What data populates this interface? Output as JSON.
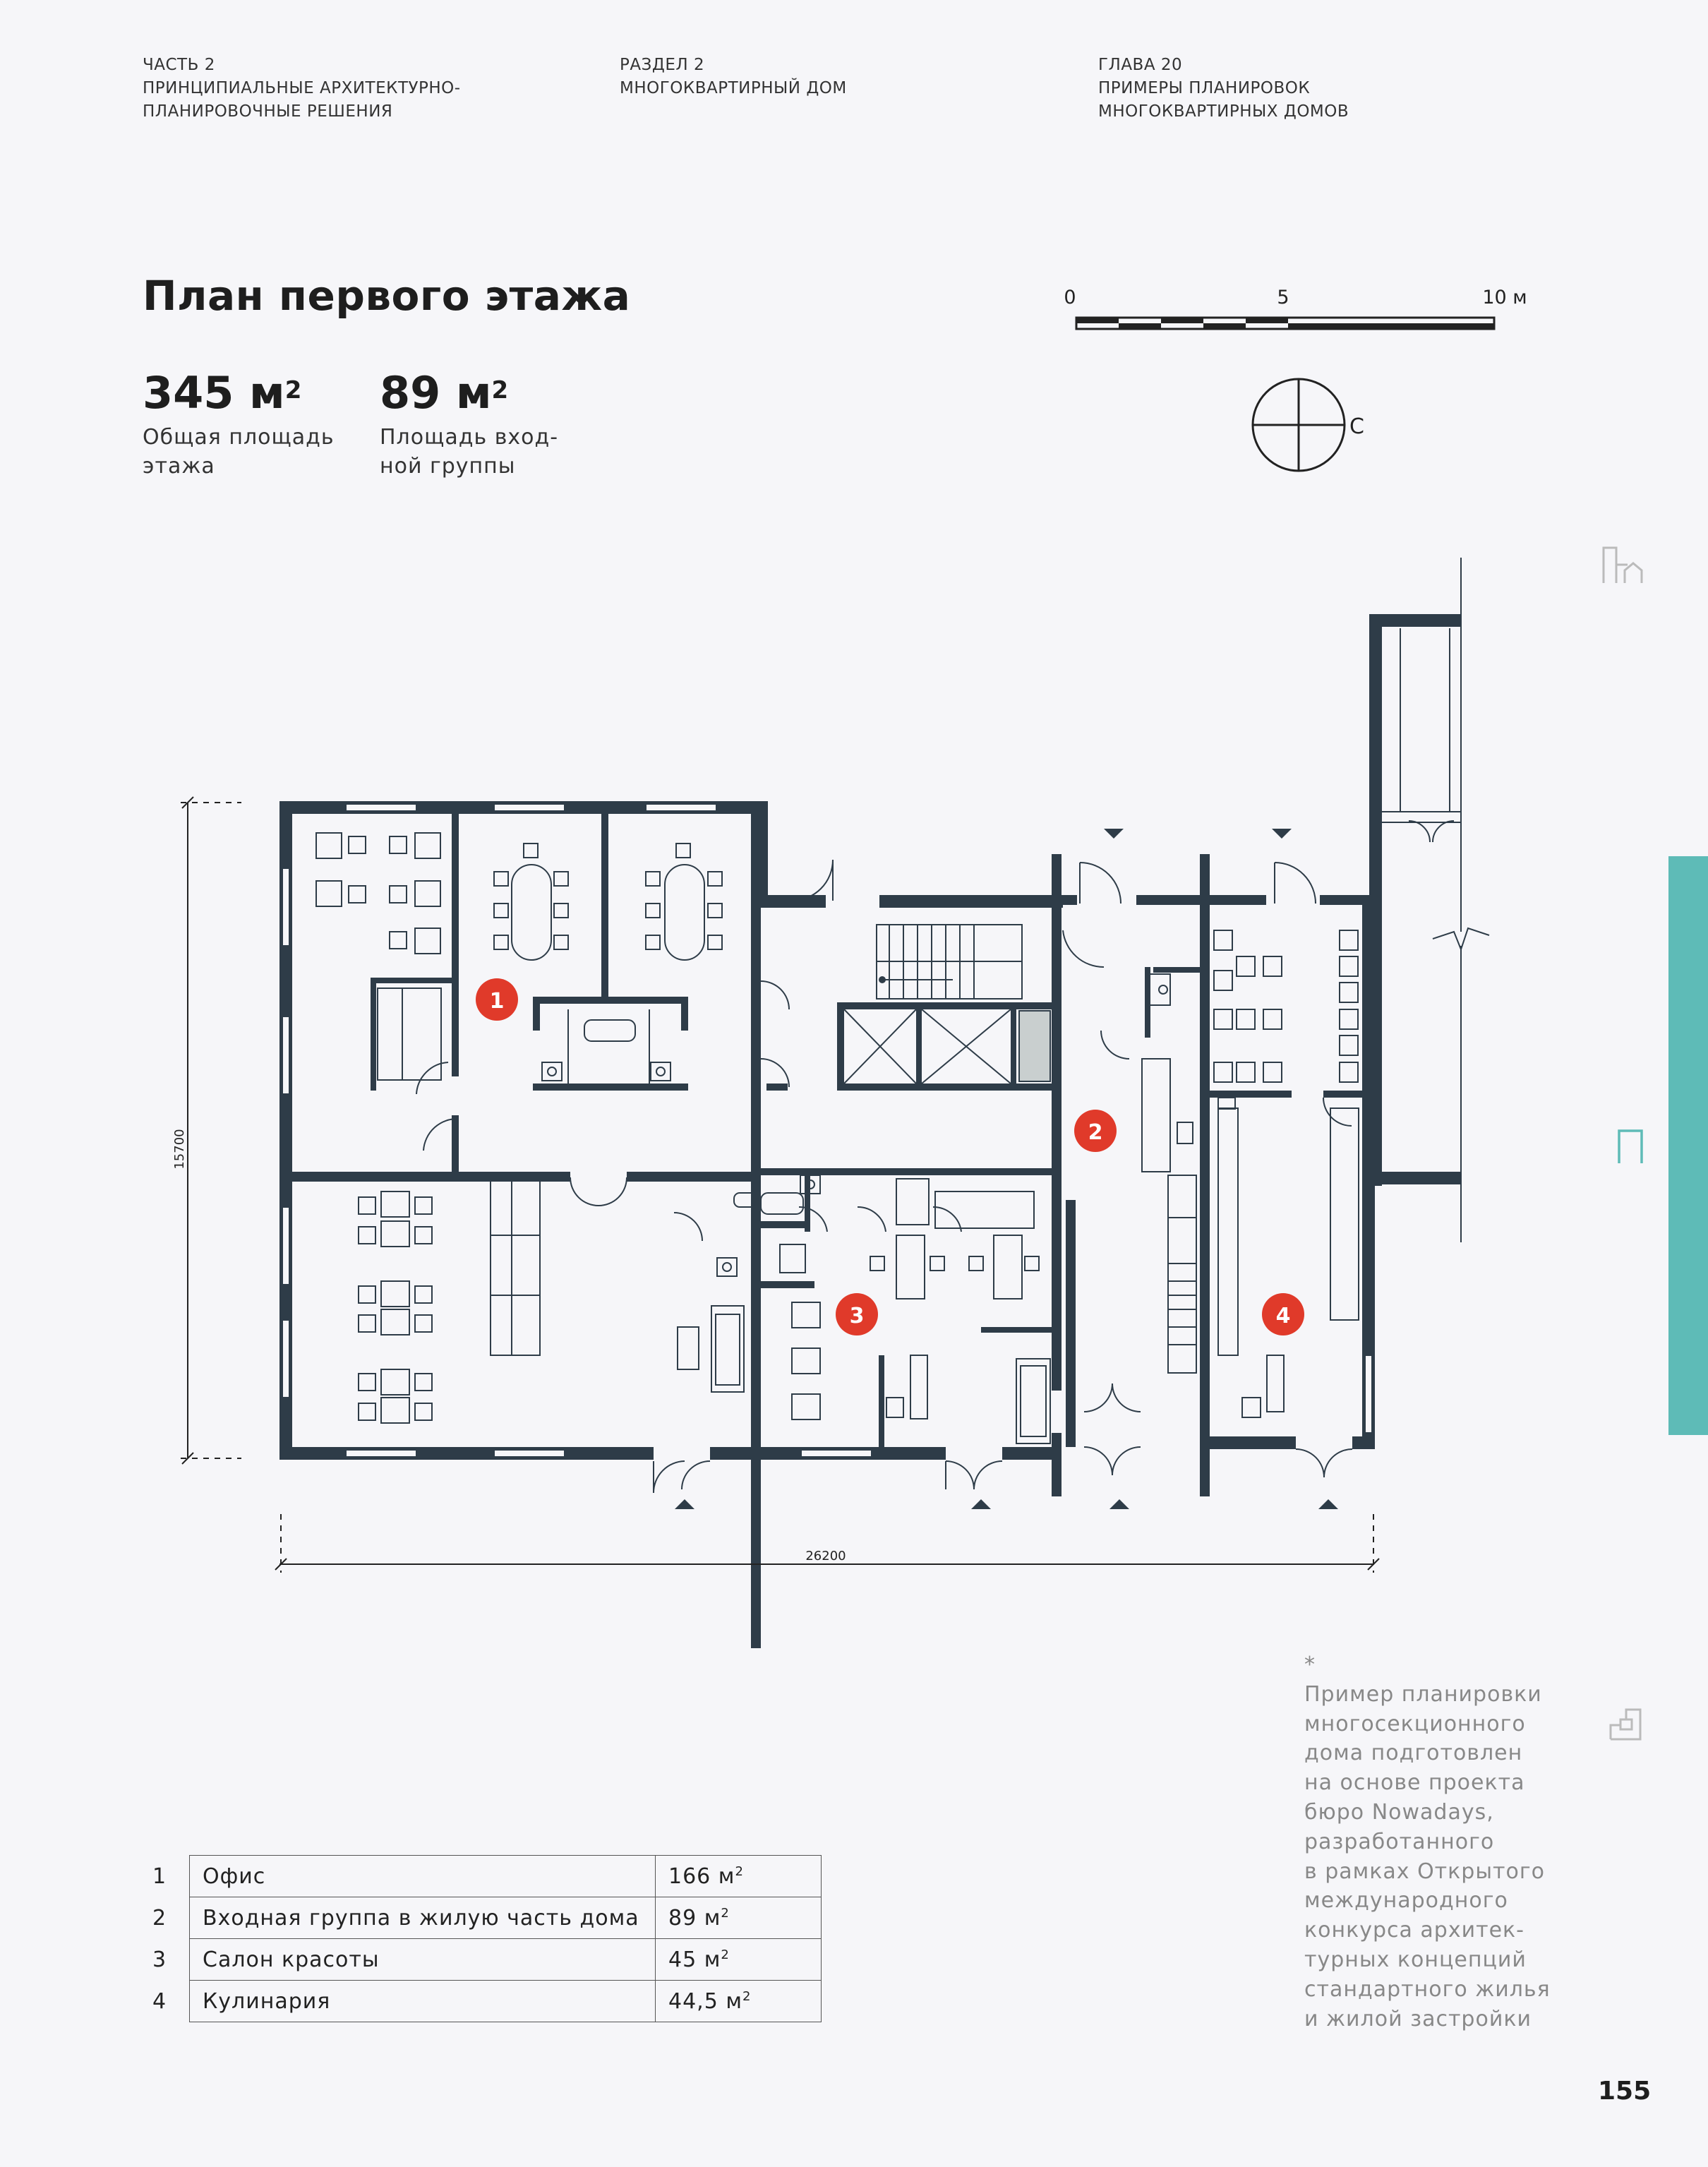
{
  "header": {
    "part": [
      "ЧАСТЬ 2",
      "ПРИНЦИПИАЛЬНЫЕ АРХИТЕКТУРНО-",
      "ПЛАНИРОВОЧНЫЕ РЕШЕНИЯ"
    ],
    "section": [
      "РАЗДЕЛ 2",
      "МНОГОКВАРТИРНЫЙ ДОМ"
    ],
    "chapter": [
      "ГЛАВА 20",
      "ПРИМЕРЫ ПЛАНИРОВОК",
      "МНОГОКВАРТИРНЫХ ДОМОВ"
    ]
  },
  "title": "План первого этажа",
  "stats": [
    {
      "value": "345 м",
      "sup": "2",
      "label": [
        "Общая площадь",
        "этажа"
      ]
    },
    {
      "value": "89 м",
      "sup": "2",
      "label": [
        "Площадь вход-",
        "ной группы"
      ]
    }
  ],
  "scale": {
    "labels": [
      "0",
      "5",
      "10 м"
    ]
  },
  "compass": {
    "label": "С"
  },
  "dimensions": {
    "height": "15700",
    "width": "26200"
  },
  "markers": [
    "1",
    "2",
    "3",
    "4"
  ],
  "rooms": [
    {
      "num": "1",
      "name": "Офис",
      "area": "166 м",
      "sup": "2"
    },
    {
      "num": "2",
      "name": "Входная группа в жилую часть дома",
      "area": "89 м",
      "sup": "2"
    },
    {
      "num": "3",
      "name": "Салон красоты",
      "area": "45 м",
      "sup": "2"
    },
    {
      "num": "4",
      "name": "Кулинария",
      "area": "44,5 м",
      "sup": "2"
    }
  ],
  "note": [
    "*",
    "Пример планировки",
    "многосекционного",
    "дома подготовлен",
    "на основе проекта",
    "бюро Nowadays,",
    "разработанного",
    "в рамках Открытого",
    "международного",
    "конкурса архитек-",
    "турных концепций",
    "стандартного жилья",
    "и жилой застройки"
  ],
  "page_number": "155",
  "colors": {
    "wall": "#2e3c48",
    "marker": "#e03a2a",
    "accent": "#5ebbb7",
    "background": "#f6f6f9"
  },
  "icons": [
    "building-outline-icon",
    "block-outline-icon",
    "plan-outline-icon"
  ]
}
